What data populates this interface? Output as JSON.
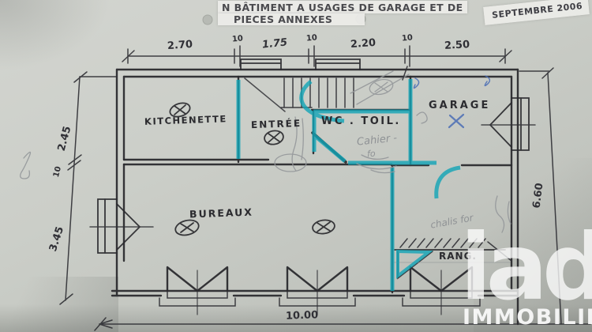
{
  "document": {
    "title_line1": "N BÂTIMENT A USAGES DE GARAGE ET DE",
    "title_line2": "PIECES ANNEXES",
    "stamp": "SEPTEMBRE 2006"
  },
  "dimensions": {
    "top_segments": [
      "2.70",
      "1.75",
      "2.20",
      "2.50"
    ],
    "wall_ticks": [
      "10",
      "10",
      "10"
    ],
    "left_segments": [
      "2.45",
      "10",
      "3.45"
    ],
    "right_total": "6.60",
    "bottom_total": "10.00"
  },
  "rooms": {
    "kitchenette": "KITCHENETTE",
    "entree": "ENTRÉE",
    "wc": "WC . TOIL.",
    "garage": "GARAGE",
    "bureaux": "BUREAUX",
    "rang": "RANG."
  },
  "pencil_notes": {
    "wc_note": "Cahier -",
    "wc_note2": "fo",
    "rang_note": "chalis for"
  },
  "logo": {
    "mark": "iad",
    "name": "IMMOBILIER"
  },
  "colors": {
    "ink": "#2a2a2e",
    "highlighter": "#12a5b7",
    "pencil": "#94979a",
    "blue_pencil": "#4a6db5",
    "paper": "#cbcec8",
    "logo_white": "rgba(252,252,252,0.8)"
  }
}
